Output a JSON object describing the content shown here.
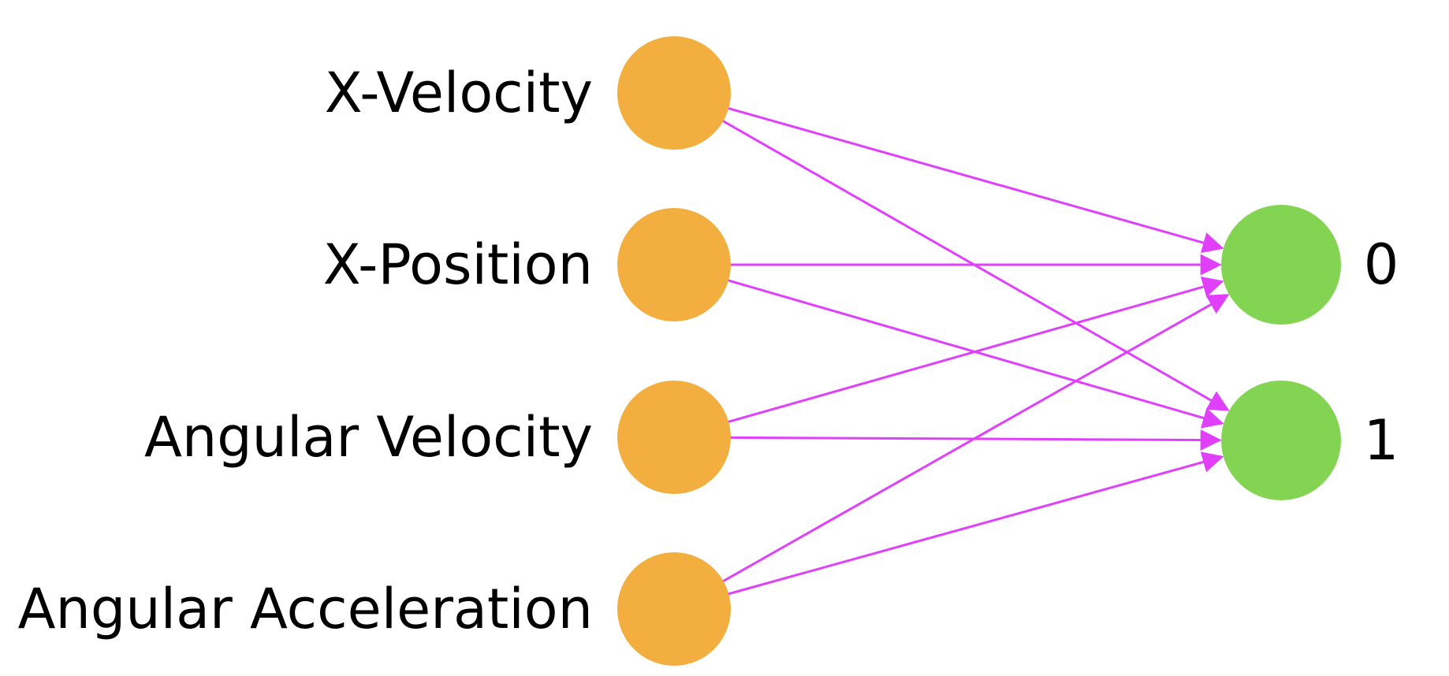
{
  "inputs": [
    {
      "id": "x_velocity",
      "label": "X-Velocity"
    },
    {
      "id": "x_position",
      "label": "X-Position"
    },
    {
      "id": "angular_velocity",
      "label": "Angular Velocity"
    },
    {
      "id": "angular_acceleration",
      "label": "Angular Acceleration"
    }
  ],
  "outputs": [
    {
      "id": "out_0",
      "label": "0"
    },
    {
      "id": "out_1",
      "label": "1"
    }
  ],
  "colors": {
    "input_node": "#F2AF3F",
    "output_node": "#84D454",
    "edge": "#E040FB",
    "text": "#000000"
  },
  "edges": [
    [
      "x_velocity",
      "out_0"
    ],
    [
      "x_velocity",
      "out_1"
    ],
    [
      "x_position",
      "out_0"
    ],
    [
      "x_position",
      "out_1"
    ],
    [
      "angular_velocity",
      "out_0"
    ],
    [
      "angular_velocity",
      "out_1"
    ],
    [
      "angular_acceleration",
      "out_0"
    ],
    [
      "angular_acceleration",
      "out_1"
    ]
  ]
}
